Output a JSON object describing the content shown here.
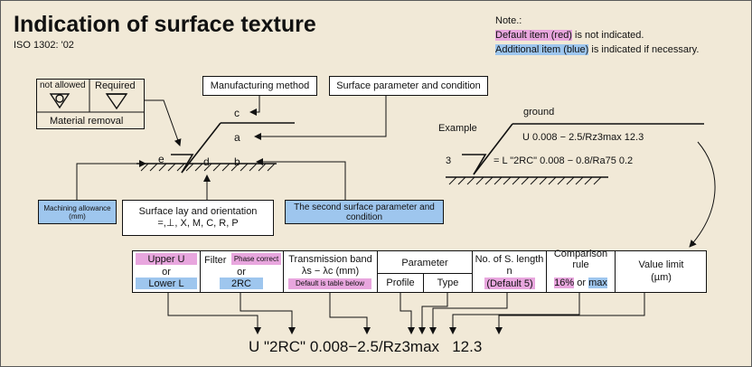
{
  "header": {
    "title": "Indication of surface texture",
    "standard": "ISO 1302: '02"
  },
  "note": {
    "heading": "Note.:",
    "default_label": "Default item (red)",
    "default_suffix": " is not indicated.",
    "additional_label": "Additional item (blue)",
    "additional_suffix": " is indicated if necessary."
  },
  "material_removal": {
    "not_allowed": "not allowed",
    "required": "Required",
    "label": "Material removal"
  },
  "left_diagram": {
    "manufacturing_method": "Manufacturing method",
    "surface_parameter": "Surface parameter and condition",
    "letters": {
      "a": "a",
      "b": "b",
      "c": "c",
      "d": "d",
      "e": "e"
    },
    "machining_allowance": "Machining allowance (mm)",
    "lay_title": "Surface lay and orientation",
    "lay_symbols": "=,⊥, X, M, C, R, P",
    "second_parameter": "The second surface parameter and condition"
  },
  "example": {
    "label": "Example",
    "ground": "ground",
    "line1": "U 0.008 − 2.5/Rz3max  12.3",
    "line2_prefix": "3",
    "line2": "= L \"2RC\" 0.008 − 0.8/Ra75  0.2"
  },
  "table": {
    "upper": "Upper U",
    "or1": "or",
    "lower": "Lower L",
    "filter": "Filter",
    "phase": "Phase correct",
    "or2": "or",
    "rc": "2RC",
    "transmission": "Transmission band",
    "lambda": "λs − λc (mm)",
    "default_table": "Default is table below",
    "parameter": "Parameter",
    "profile": "Profile",
    "type": "Type",
    "nos": "No. of S. length",
    "n": "n",
    "default5": "(Default 5)",
    "comparison": "Comparison rule",
    "pct16": "16%",
    "or3": "or",
    "max": "max",
    "value_limit": "Value limit",
    "um": "(µm)"
  },
  "formula": {
    "u": "U",
    "rc": "\"2RC\"",
    "band": "0.008−2.5/",
    "rz": "Rz",
    "three": "3",
    "max": "max",
    "val": "12.3"
  }
}
